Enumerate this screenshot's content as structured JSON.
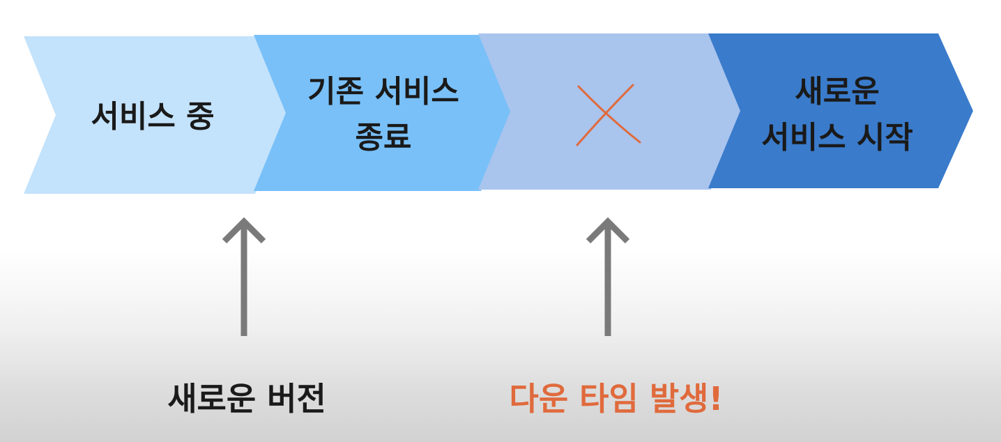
{
  "steps": [
    {
      "lines": [
        "서비스 중"
      ],
      "color": "#c3e2fb"
    },
    {
      "lines": [
        "기존 서비스",
        "종료"
      ],
      "color": "#79c0f8"
    },
    {
      "lines": [],
      "color": "#a9c4ed",
      "mark": "cross-icon"
    },
    {
      "lines": [
        "새로운",
        "서비스 시작"
      ],
      "color": "#3a7bcb"
    }
  ],
  "arrow_color": "#7a7a7a",
  "cross_color": "#e06a3c",
  "labels": {
    "new_version": "새로운 버전",
    "downtime": "다운 타임 발생!",
    "downtime_color": "#e06a3c"
  }
}
